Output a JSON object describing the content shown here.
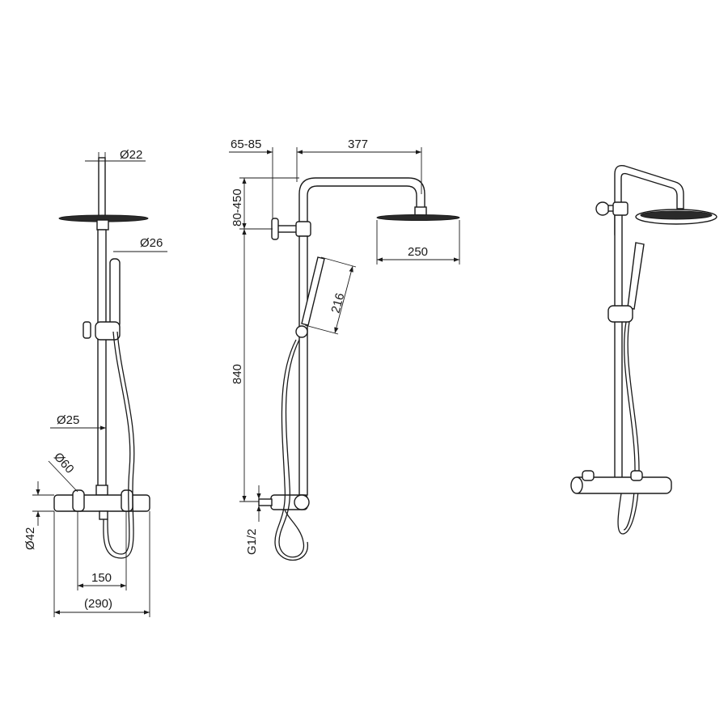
{
  "front_view": {
    "dims": {
      "pipe_top_diameter": "Ø22",
      "handshower_diameter": "Ø26",
      "riser_diameter": "Ø25",
      "thermostat_knob_diameter": "Ø60",
      "thermostat_body_diameter": "Ø42",
      "inlet_spacing": "150",
      "thermostat_length": "(290)"
    }
  },
  "side_view": {
    "dims": {
      "wall_offset": "65-85",
      "arm_reach": "377",
      "bracket_adjust": "80-450",
      "head_diameter": "250",
      "handshower_length": "216",
      "riser_height": "840",
      "inlet_thread": "G1/2"
    }
  },
  "colors": {
    "line": "#1a1a1a",
    "background": "#ffffff"
  }
}
